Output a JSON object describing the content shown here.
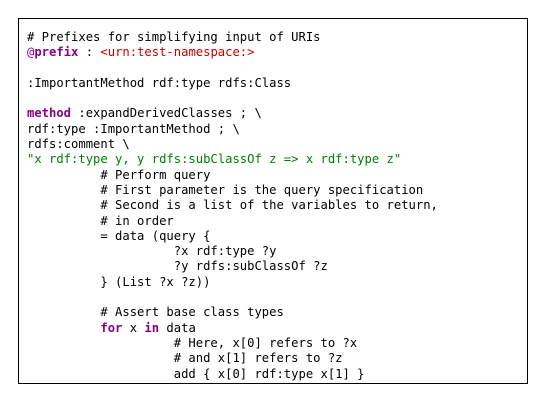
{
  "code_block": {
    "lines": [
      [
        {
          "t": "# Prefixes for simplifying input of URIs",
          "c": "plain"
        }
      ],
      [
        {
          "t": "@",
          "c": "at"
        },
        {
          "t": "prefix",
          "c": "kw"
        },
        {
          "t": " : ",
          "c": "plain"
        },
        {
          "t": "<urn:test-namespace:>",
          "c": "uri"
        }
      ],
      [
        {
          "t": "",
          "c": "plain"
        }
      ],
      [
        {
          "t": ":ImportantMethod rdf:type rdfs:Class",
          "c": "plain"
        }
      ],
      [
        {
          "t": "",
          "c": "plain"
        }
      ],
      [
        {
          "t": "method",
          "c": "kw"
        },
        {
          "t": " :expandDerivedClasses ; \\",
          "c": "plain"
        }
      ],
      [
        {
          "t": "rdf:type :ImportantMethod ; \\",
          "c": "plain"
        }
      ],
      [
        {
          "t": "rdfs:comment \\",
          "c": "plain"
        }
      ],
      [
        {
          "t": "\"x rdf:type y, y rdfs:subClassOf z => x rdf:type z\"",
          "c": "str"
        }
      ],
      [
        {
          "t": "          # Perform query",
          "c": "plain"
        }
      ],
      [
        {
          "t": "          # First parameter is the query specification",
          "c": "plain"
        }
      ],
      [
        {
          "t": "          # Second is a list of the variables to return,",
          "c": "plain"
        }
      ],
      [
        {
          "t": "          # in order",
          "c": "plain"
        }
      ],
      [
        {
          "t": "          = data (query {",
          "c": "plain"
        }
      ],
      [
        {
          "t": "                    ?x rdf:type ?y",
          "c": "plain"
        }
      ],
      [
        {
          "t": "                    ?y rdfs:subClassOf ?z",
          "c": "plain"
        }
      ],
      [
        {
          "t": "          } (List ?x ?z))",
          "c": "plain"
        }
      ],
      [
        {
          "t": "",
          "c": "plain"
        }
      ],
      [
        {
          "t": "          # Assert base class types",
          "c": "plain"
        }
      ],
      [
        {
          "t": "          ",
          "c": "plain"
        },
        {
          "t": "for",
          "c": "kw"
        },
        {
          "t": " x ",
          "c": "plain"
        },
        {
          "t": "in",
          "c": "kw"
        },
        {
          "t": " data",
          "c": "plain"
        }
      ],
      [
        {
          "t": "                    # Here, x[0] refers to ?x",
          "c": "plain"
        }
      ],
      [
        {
          "t": "                    # and x[1] refers to ?z",
          "c": "plain"
        }
      ],
      [
        {
          "t": "                    add { x[0] rdf:type x[1] }",
          "c": "plain"
        }
      ]
    ]
  },
  "colors": {
    "keyword": "#8b008b",
    "string": "#008000",
    "uri": "#cc0000",
    "text": "#000000",
    "border": "#000000"
  }
}
